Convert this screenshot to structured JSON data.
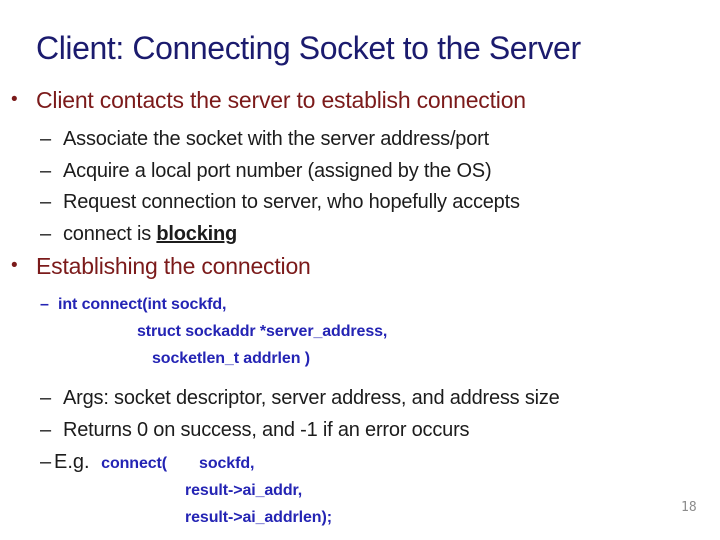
{
  "slide": {
    "title": "Client: Connecting Socket to the Server",
    "page_number": "18",
    "markers": {
      "level1": "•",
      "level2": "–"
    },
    "colors": {
      "background": "#FFFFFF",
      "title_navy": "#1B1B6E",
      "bullet_maroon": "#7B1A1A",
      "code_blue": "#2424B4",
      "body_black": "#1C1C1C",
      "page_number_gray": "#8C8C8C"
    },
    "section1": {
      "heading": "Client contacts the server to establish connection",
      "items": [
        "Associate the socket with the server address/port",
        "Acquire a local port number (assigned by the OS)",
        "Request connection to server, who hopefully accepts"
      ],
      "blocking_item": {
        "prefix": "connect is ",
        "emphasis": "blocking"
      }
    },
    "section2": {
      "heading": "Establishing the connection",
      "code": {
        "line1": "int connect(int sockfd,",
        "line2": "struct sockaddr *server_address,",
        "line3": "socketlen_t addrlen  )"
      },
      "items": [
        "Args: socket descriptor, server address, and address size",
        "Returns 0 on success, and -1 if an error occurs"
      ],
      "example": {
        "prefix": "E.g. ",
        "call": "connect(",
        "arg1": "sockfd,",
        "arg2": "result->ai_addr,",
        "arg3": "result->ai_addrlen);"
      }
    }
  }
}
